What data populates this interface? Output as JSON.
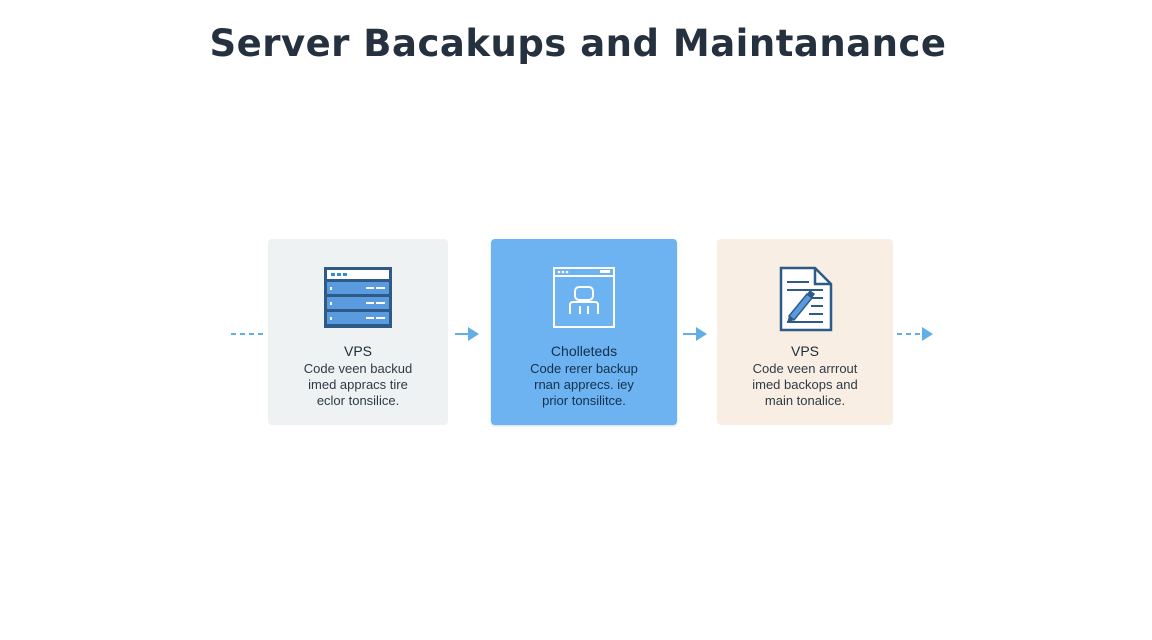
{
  "title": "Server Bacakups and Maintanance",
  "steps": [
    {
      "title": "VPS",
      "description": [
        "Code veen backud",
        "imed appracs tire",
        "eclor tonsilice."
      ],
      "icon": "server-rack-icon"
    },
    {
      "title": "Cholleteds",
      "description": [
        "Code rerer backup",
        "rnan apprecs. iey",
        "prior tonsilitce."
      ],
      "icon": "browser-user-icon"
    },
    {
      "title": "VPS",
      "description": [
        "Code veen arrrout",
        "imed backops and",
        "main tonalice."
      ],
      "icon": "document-edit-icon"
    }
  ],
  "colors": {
    "title": "#25313f",
    "accent": "#6db2f1",
    "icon_dark": "#2e5a87",
    "icon_fill": "#5a9be0",
    "connector": "#62aee6"
  }
}
